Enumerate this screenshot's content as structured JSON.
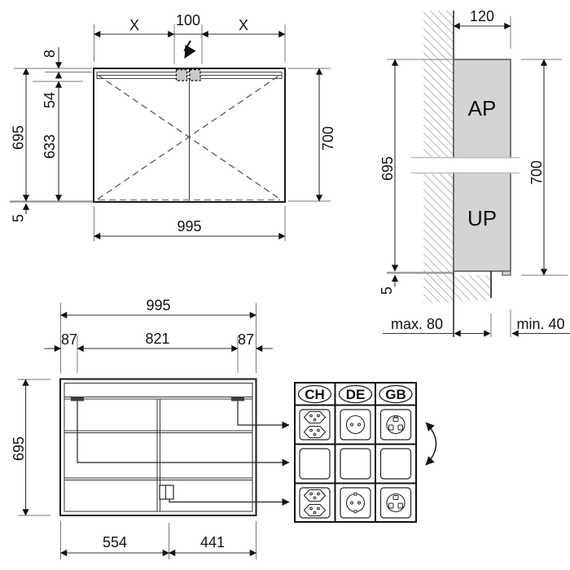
{
  "front_view": {
    "top_left_x": "X",
    "top_center_100": "100",
    "top_right_x": "X",
    "left_8": "8",
    "left_54": "54",
    "left_633": "633",
    "left_695": "695",
    "left_5": "5",
    "right_700": "700",
    "bottom_995": "995"
  },
  "side_view": {
    "top_120": "120",
    "label_ap": "AP",
    "label_up": "UP",
    "left_695": "695",
    "left_5": "5",
    "right_700": "700",
    "bottom_max": "max. 80",
    "bottom_min": "min. 40"
  },
  "interior_view": {
    "top_995": "995",
    "left_87": "87",
    "center_821": "821",
    "right_87": "87",
    "left_695": "695",
    "bottom_554": "554",
    "bottom_441": "441"
  },
  "socket_panel": {
    "col_ch": "CH",
    "col_de": "DE",
    "col_gb": "GB"
  },
  "icons": {
    "lightning": "electrical-connection",
    "rotation": "swap-rotate-arrow"
  },
  "colors": {
    "line": "#1a1a1a",
    "dim_line": "#333333",
    "extension_line": "#7a7a7a",
    "cabinet_fill": "#d4d4d4",
    "hatch": "#8a8a8a",
    "reference_line": "#9c9c9c",
    "break_line": "#bcbcbc",
    "dashed_box_fill": "#c9c9c9"
  }
}
